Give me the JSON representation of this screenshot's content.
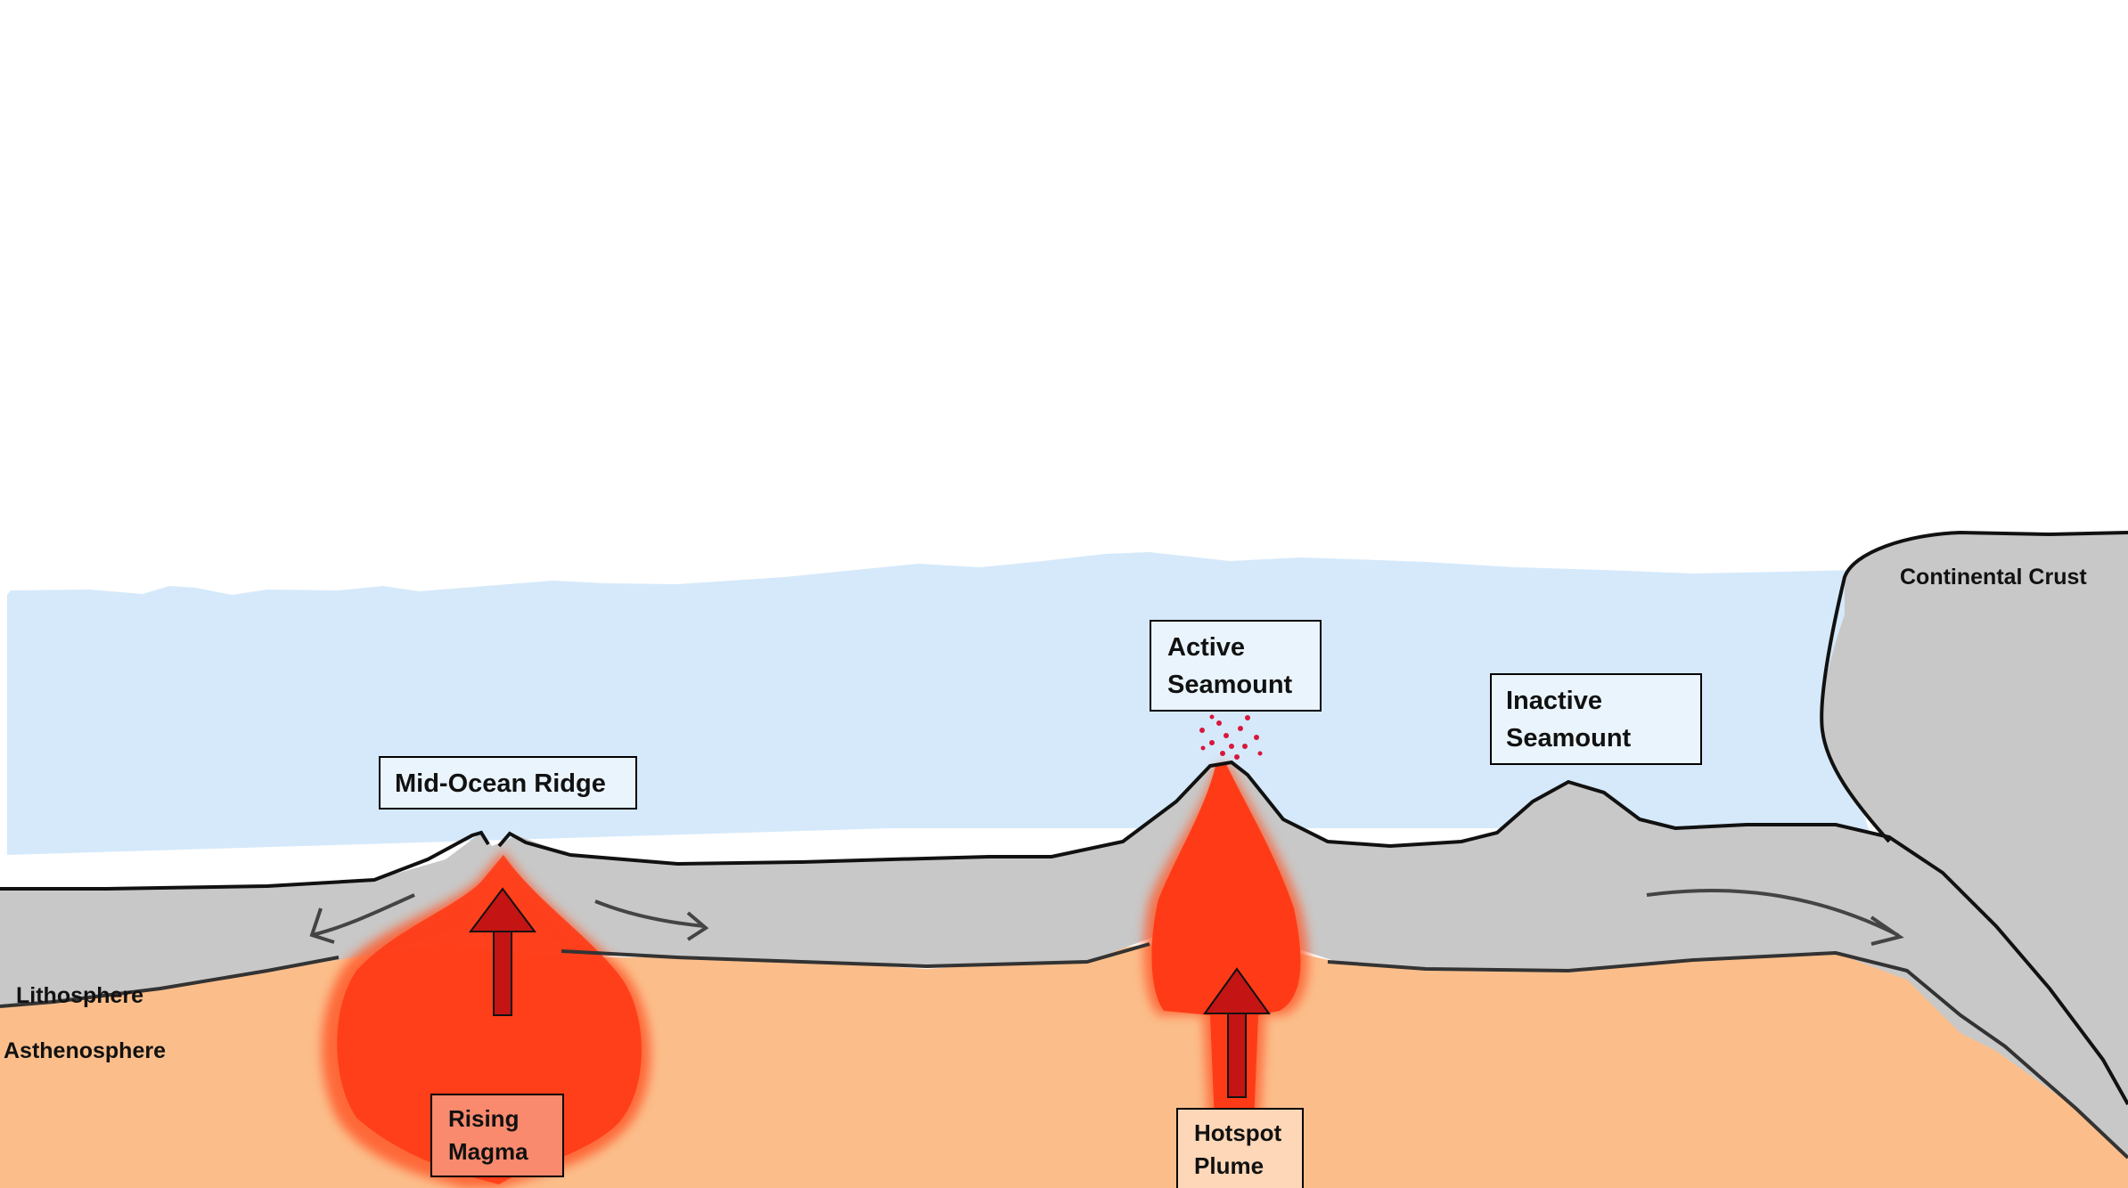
{
  "colors": {
    "ocean": "#d5e9fa",
    "crust": "#c8c8c8",
    "asthenosphere": "#fbbe8b",
    "magma": "#ff3b17",
    "magma_glow": "#ff5a2a",
    "arrow": "#c41414",
    "outline": "#111111",
    "eruption_dots": "#d8173b",
    "rising_magma_box": "#f98a6e",
    "hotspot_box": "#fdd7b8",
    "label_box": "#eaf4fc"
  },
  "labels": {
    "mid_ocean_ridge": "Mid-Ocean Ridge",
    "active_seamount": [
      "Active",
      "Seamount"
    ],
    "inactive_seamount": [
      "Inactive",
      "Seamount"
    ],
    "continental_crust": "Continental Crust",
    "lithosphere": "Lithosphere",
    "asthenosphere": "Asthenosphere",
    "rising_magma": [
      "Rising",
      "Magma"
    ],
    "hotspot_plume": [
      "Hotspot",
      "Plume"
    ]
  }
}
